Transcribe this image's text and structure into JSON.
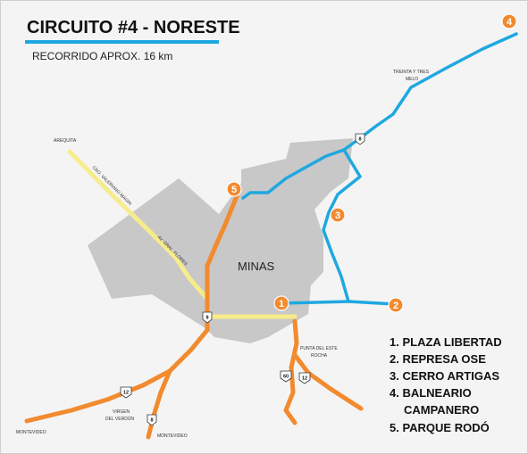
{
  "header": {
    "title": "CIRCUITO #4 - NORESTE",
    "subtitle": "RECORRIDO APROX. 16 km",
    "underline_color": "#1fa8e0"
  },
  "colors": {
    "city": "#c8c8c8",
    "circuit_route": "#1fa8e0",
    "main_roads": "#f28a2e",
    "secondary_roads": "#f7ec8c",
    "markers": "#f28a2e"
  },
  "map": {
    "city_name": "MINAS",
    "place_labels": {
      "arequita": "AREQUITA",
      "treinta_y_tres_line1": "TREINTA Y TRES",
      "treinta_y_tres_line2": "MELO",
      "punta_del_este_line1": "PUNTA DEL ESTE",
      "punta_del_este_line2": "ROCHA",
      "virgen_line1": "VIRGEN",
      "virgen_line2": "DEL VERDÚN",
      "montevideo_west": "MONTEVIDEO",
      "montevideo_south": "MONTEVIDEO"
    },
    "street_labels": {
      "cno_valeriano_magri": "CNO. VALERIANO MAGRI",
      "av_gral_flores": "AV. GRAL. FLORES"
    },
    "route_shields": {
      "ruta_8_north": "8",
      "ruta_8_center": "8",
      "ruta_8_south": "8",
      "ruta_12_west": "12",
      "ruta_12_east": "12",
      "ruta_60": "60"
    },
    "markers": [
      "1",
      "2",
      "3",
      "4",
      "5"
    ]
  },
  "legend": {
    "items": [
      "1. PLAZA LIBERTAD",
      "2. REPRESA OSE",
      "3. CERRO ARTIGAS",
      "4. BALNEARIO",
      "CAMPANERO",
      "5. PARQUE RODÓ"
    ]
  }
}
